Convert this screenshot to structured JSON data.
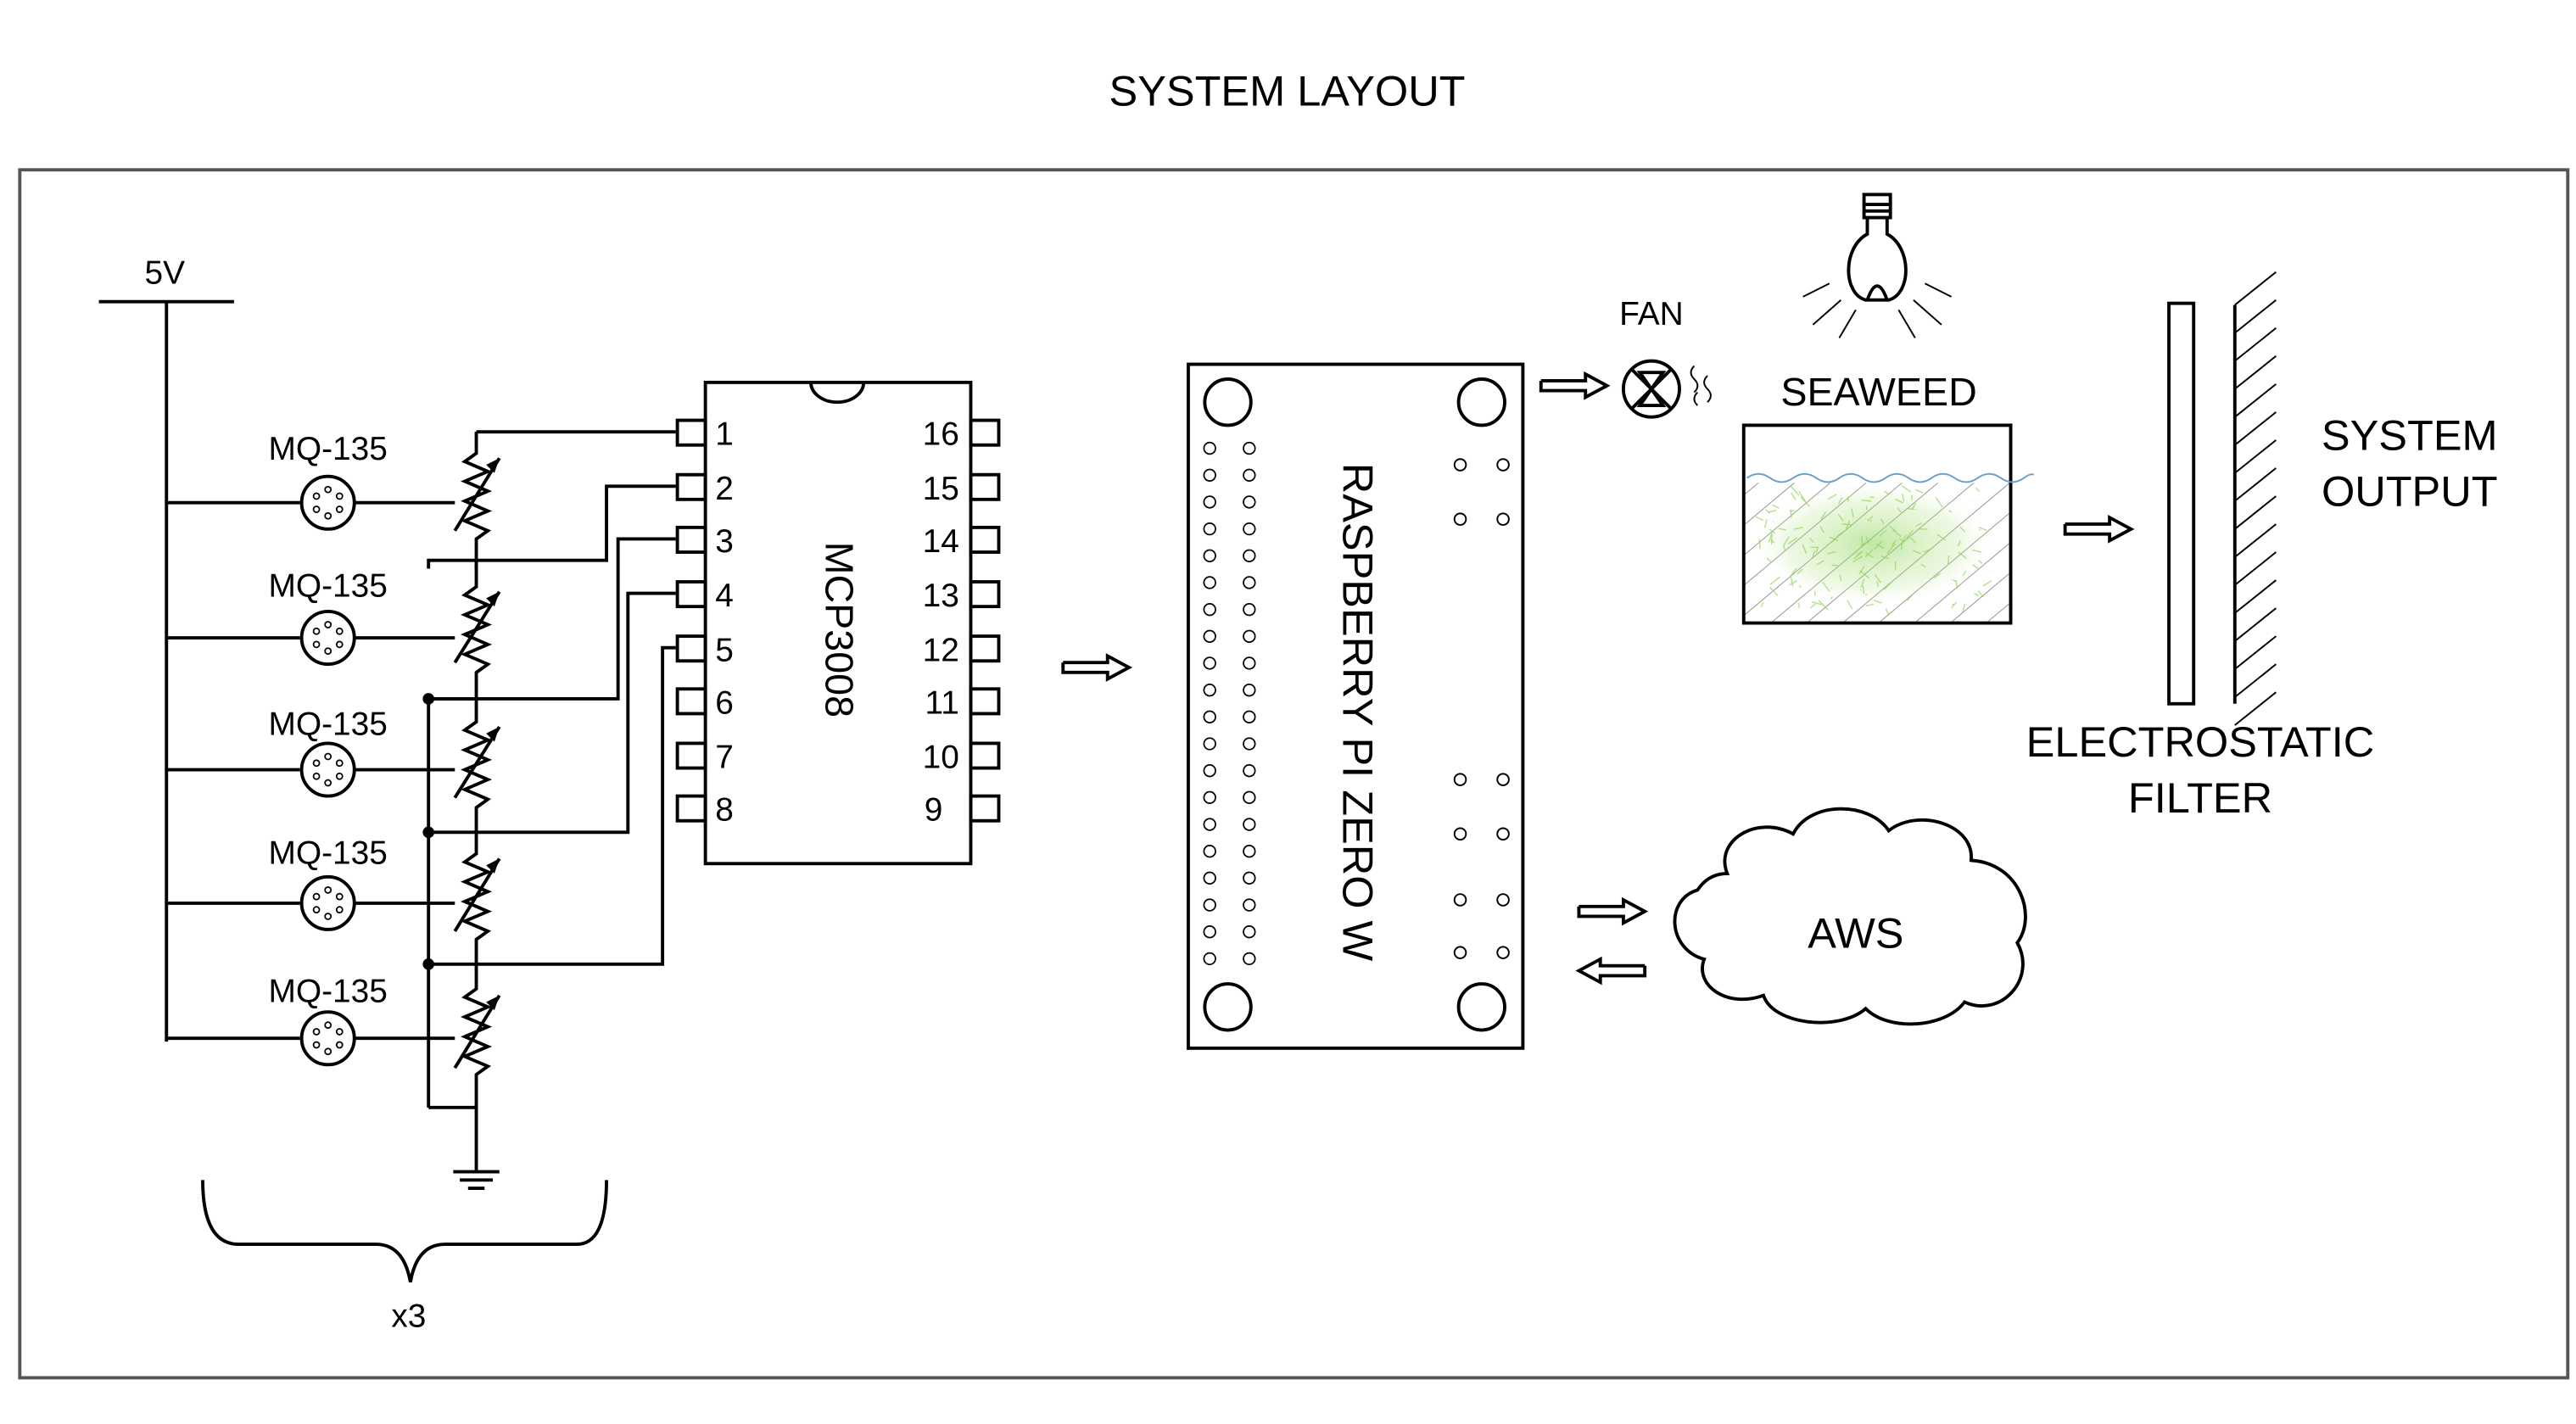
{
  "title": "SYSTEM LAYOUT",
  "supply": {
    "label": "5V"
  },
  "sensors": {
    "labels": [
      "MQ-135",
      "MQ-135",
      "MQ-135",
      "MQ-135",
      "MQ-135"
    ]
  },
  "multiplier": {
    "label": "x3"
  },
  "adc": {
    "name": "MCP3008",
    "left_pins": [
      "1",
      "2",
      "3",
      "4",
      "5",
      "6",
      "7",
      "8"
    ],
    "right_pins": [
      "16",
      "15",
      "14",
      "13",
      "12",
      "11",
      "10",
      "9"
    ]
  },
  "controller": {
    "name": "RASPBERRY PI ZERO W"
  },
  "fan": {
    "label": "FAN"
  },
  "tank": {
    "label": "SEAWEED",
    "accent_color": "#8fd45a"
  },
  "filter": {
    "label_line1": "ELECTROSTATIC",
    "label_line2": "FILTER"
  },
  "output": {
    "label_line1": "SYSTEM",
    "label_line2": "OUTPUT"
  },
  "cloud": {
    "label": "AWS"
  }
}
